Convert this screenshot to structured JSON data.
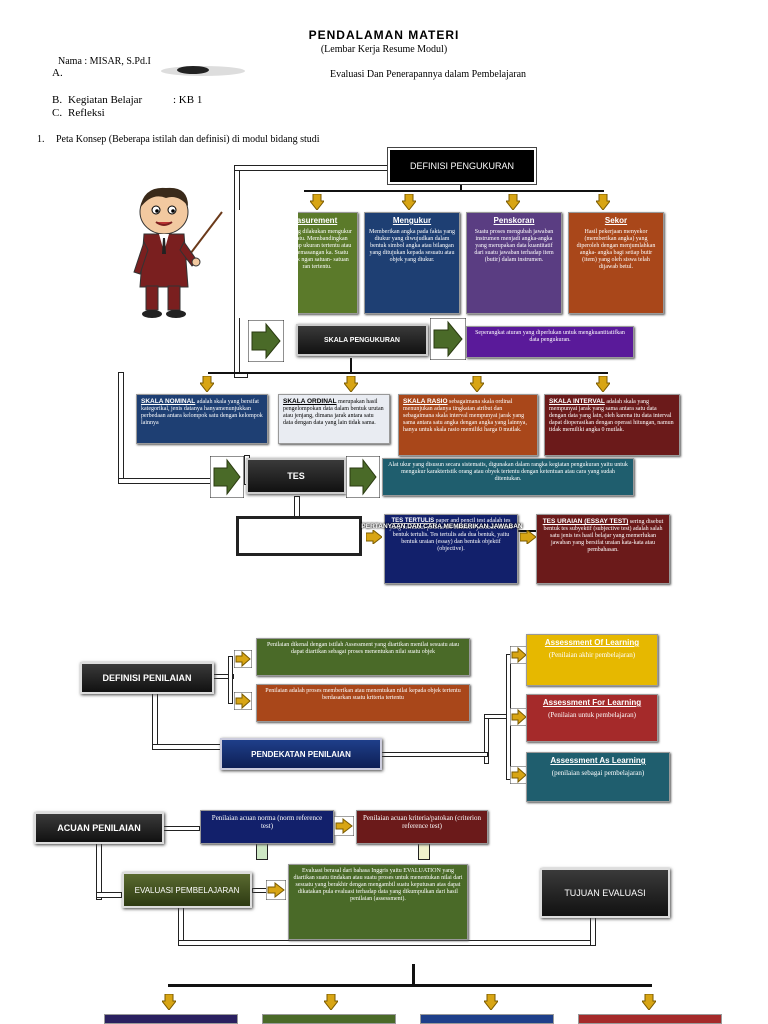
{
  "header": {
    "title": "PENDALAMAN MATERI",
    "subtitle": "(Lembar Kerja Resume Modul)",
    "nama": "Nama : MISAR, S.Pd.I",
    "a_label": "A.",
    "topic": "Evaluasi Dan Penerapannya dalam Pembelajaran",
    "b_label": "B.",
    "b_text": "Kegiatan Belajar",
    "b_value": ": KB 1",
    "c_label": "C.",
    "c_text": "Refleksi",
    "item1_num": "1.",
    "item1_text": "Peta Konsep (Beberapa istilah dan definisi) di modul bidang studi"
  },
  "colors": {
    "green": "#5b7a2a",
    "navy": "#1e3f73",
    "purple": "#5a3d82",
    "orange": "#a9471a",
    "teal": "#1f5e6e",
    "maroon": "#6b1a1a",
    "darkblue": "#12206b",
    "yellow": "#e6b800",
    "red": "#a52a2a",
    "arrow_gold": "#d8a514"
  },
  "map1": {
    "definisi": "DEFINISI PENGUKURAN",
    "measurement": {
      "title": "asurement",
      "text": "an yang dilakukan mengukur sesuatu. Membandingkan erhadap ukuran tertentu atau atu pemasangan ka. Suatu obyek ngan satuan- satuan ran tertentu."
    },
    "mengukur": {
      "title": "Mengukur",
      "text": "Memberikan angka pada fakta yang diukur yang diwujudkan dalam bentuk simbol angka atau bilangan yang ditujukan kepada sesuatu atau objek yang diukur."
    },
    "penskoran": {
      "title": "Penskoran",
      "text": "Suatu proses mengubah jawaban instrumen menjadi angka-angka yang merupakan data kuantitatif dari suatu jawaban terhadap item (butir) dalam instrumen."
    },
    "sekor": {
      "title": "Sekor",
      "text": "Hasil pekerjaan menyekor (memberikan angka) yang diperoleh dengan menjumlahkan angka- angka bagi setiap butir (item) yang oleh siswa telah dijawab betul."
    },
    "skala_pengukuran": "SKALA PENGUKURAN",
    "skala_def": "Seperangkat aturan yang diperlukan untuk mengkuantitatifkan data pengukuran.",
    "nominal": {
      "title": "SKALA NOMINAL",
      "text": "adalah skala yang bersifat kategorikal, jenis datanya hanyamenunjukkan perbedaan antara kelompok satu dengan kelompok lainnya"
    },
    "ordinal": {
      "title": "SKALA ORDINAL",
      "text": "merupakan hasil pengelompokan data dalam bentuk urutan atau jenjang, dimana jarak antara satu data dengan data yang lain tidak sama."
    },
    "rasio": {
      "title": "SKALA RASIO",
      "text": "sebagaimana skala ordinal menunjukan adanya tingkatan atribut dan sebagaimana skala interval mempunyai jarak yang sama antara satu angka dengan angka yang lainnya, hanya untuk skala rasio memiliki harga 0 mutlak."
    },
    "interval": {
      "title": "SKALA INTERVAL",
      "text": "adalah skala yang mempunyai jarak yang sama antara satu data dengan data yang lain, oleh karena itu data interval dapat dioperasikan dengan operasi hitungan, namun tidak memiliki angka 0 mutlak."
    },
    "tes": "TES",
    "tes_def": "Alat ukur yang disusun secara sistematis, digunakan dalam rangka kegiatan pengukuran yaitu untuk mengukur karakteristik orang atau obyek tertentu dengan ketentuan atau cara yang sudah ditentukan.",
    "tes_tertulis_overlay": "TES TERTULIS",
    "tes_overlay_text": "PERTANYAAN DAN CARA MEMBERIKAN JAWABAN",
    "tes_tertulis": "paper and pencil test adalah tes yang menuntut peserta tes memberi jawaban dalam bentuk tertulis. Tes tertulis ada dua bentuk, yaitu bentuk uraian (essay) dan bentuk objektif (objective).",
    "uraian": {
      "title": "TES URAIAN (ESSAY TEST)",
      "text": "sering disebut bentuk tes subyektif (subjective test) adalah salah satu jenis tes hasil belajar yang memerlukan jawaban yang bersifat uraian kata-kata atau pembahasan."
    }
  },
  "map2": {
    "definisi_penilaian": "DEFINISI PENILAIAN",
    "def1": "Penilaian dikenal dengan istilah Assessment yang diartikan menilai sesuatu atau dapat diartikan sebagai proses menentukan nilai suatu objek",
    "def2": "Penilaian adalah proses memberikan atau menentukan nilai kepada objek tertentu berdasarkan suatu kriteria tertentu",
    "aol": {
      "title": "Assessment Of Learning",
      "text": "(Penilaian akhir pembelajaran)"
    },
    "afl": {
      "title": "Assessment For Learning",
      "text": "(Penilaian untuk pembelajaran)"
    },
    "aal": {
      "title": "Assessment As Learning",
      "text": "(penilaian sebagai pembelajaran)"
    },
    "pendekatan": "PENDEKATAN PENILAIAN",
    "acuan": "ACUAN PENILAIAN",
    "norma": "Penilaian acuan norma (norm reference test)",
    "kriteria": "Penilaian acuan kriteria/patokan (criterion reference test)",
    "evaluasi": "EVALUASI PEMBELAJARAN",
    "evaluasi_def": "Evaluasi berasal dari bahasa Inggris yaitu EVALUATION yang diartikan suatu tindakan atau suatu proses untuk menentukan nilai dari sesuatu yang berakhir dengan mengambil suatu keputusan atas dapat dikatakan pula evaluasi terhadap data yang dikumpulkan dari hasil penilaian (assessment).",
    "tujuan": "TUJUAN EVALUASI"
  }
}
